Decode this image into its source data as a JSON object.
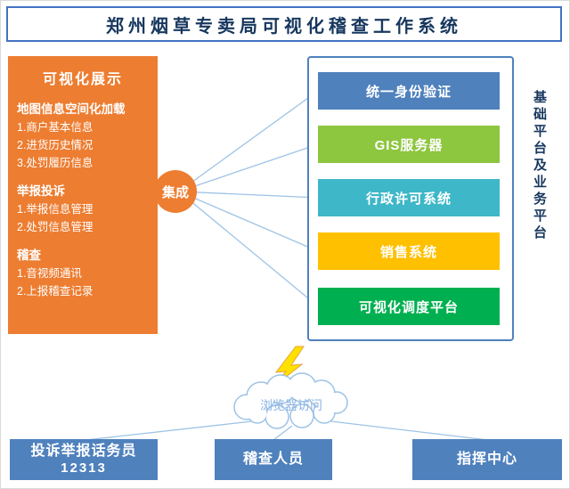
{
  "title": "郑州烟草专卖局可视化稽查工作系统",
  "colors": {
    "orange": "#ED7D31",
    "node_blue": "#4F81BD",
    "title_text": "#17375E",
    "connector": "#9DC3E6",
    "bolt": "#FFE100"
  },
  "left_panel": {
    "heading": "可视化展示",
    "sections": [
      {
        "title": "地图信息空间化加载",
        "items": [
          "1.商户基本信息",
          "2.进货历史情况",
          "3.处罚履历信息"
        ]
      },
      {
        "title": "举报投诉",
        "items": [
          "1.举报信息管理",
          "2.处罚信息管理"
        ]
      },
      {
        "title": "稽查",
        "items": [
          "1.音视频通讯",
          "2.上报稽查记录"
        ]
      }
    ]
  },
  "hub": {
    "label": "集成"
  },
  "right_panel": {
    "side_label": "基础平台及业务平台",
    "items": [
      {
        "label": "统一身份验证",
        "color": "#4F81BD"
      },
      {
        "label": "GIS服务器",
        "color": "#8DC63F"
      },
      {
        "label": "行政许可系统",
        "color": "#3EB7C8"
      },
      {
        "label": "销售系统",
        "color": "#FFC000"
      },
      {
        "label": "可视化调度平台",
        "color": "#00B050"
      }
    ]
  },
  "cloud": {
    "label": "浏览器访问"
  },
  "bottom_nodes": [
    {
      "line1": "投诉举报话务员",
      "line2": "12313"
    },
    {
      "line1": "稽查人员"
    },
    {
      "line1": "指挥中心"
    }
  ]
}
